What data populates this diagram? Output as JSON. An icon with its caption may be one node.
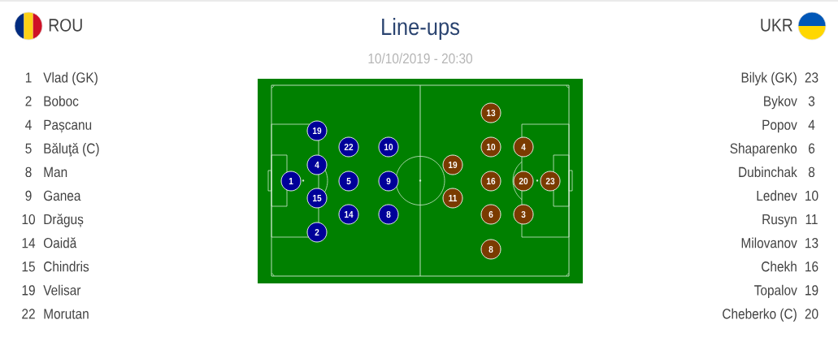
{
  "diagram": {
    "title": "Line-ups",
    "nodes": [
      {
        "text": [
          "1"
        ]
      },
      {
        "text": [
          "19"
        ]
      },
      {
        "text": [
          "4"
        ]
      },
      {
        "text": [
          "15"
        ]
      },
      {
        "text": [
          "2"
        ]
      },
      {
        "text": [
          "22"
        ]
      },
      {
        "text": [
          "5"
        ]
      },
      {
        "text": [
          "14"
        ]
      },
      {
        "text": [
          "10"
        ]
      },
      {
        "text": [
          "9"
        ]
      },
      {
        "text": [
          "8"
        ]
      },
      {
        "text": [
          "19"
        ]
      },
      {
        "text": [
          "11"
        ]
      },
      {
        "text": [
          "13"
        ]
      },
      {
        "text": [
          "10"
        ]
      },
      {
        "text": [
          "16"
        ]
      },
      {
        "text": [
          "6"
        ]
      },
      {
        "text": [
          "8"
        ]
      },
      {
        "text": [
          "4"
        ]
      },
      {
        "text": [
          "20"
        ]
      },
      {
        "text": [
          "3"
        ]
      },
      {
        "text": [
          "23"
        ]
      }
    ],
    "labels": [
      "ROU",
      "UKR",
      "10/10/2019 - 20:30",
      "1",
      "Vlad (GK)",
      "2",
      "Boboc",
      "4",
      "Pașcanu",
      "5",
      "Băluţă (C)",
      "8",
      "Man",
      "9",
      "Ganea",
      "10",
      "Drăguș",
      "14",
      "Oaidă",
      "15",
      "Chindris",
      "19",
      "Velisar",
      "22",
      "Morutan",
      "Bilyk (GK)",
      "23",
      "Bykov",
      "3",
      "Popov",
      "4",
      "Shaparenko",
      "6",
      "Dubinchak",
      "8",
      "Lednev",
      "10",
      "Rusyn",
      "11",
      "Milovanov",
      "13",
      "Chekh",
      "16",
      "Topalov",
      "19",
      "Cheberko (C)",
      "20"
    ]
  }
}
